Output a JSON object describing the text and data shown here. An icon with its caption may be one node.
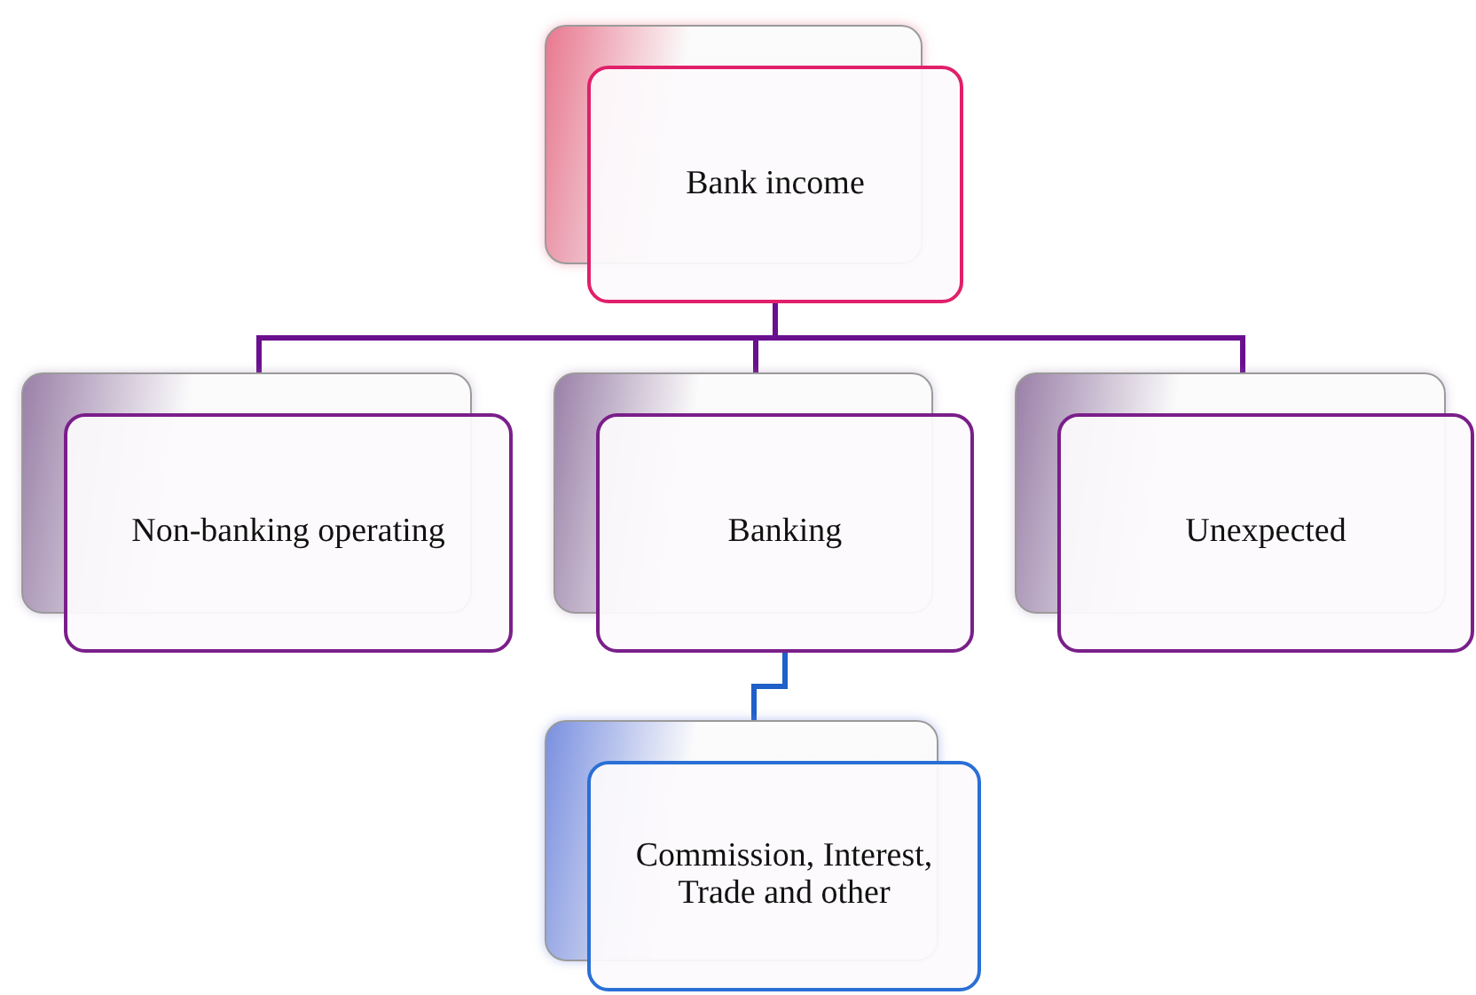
{
  "diagram": {
    "nodes": [
      {
        "text": [
          "Bank income"
        ]
      },
      {
        "text": [
          "Non-banking operating"
        ]
      },
      {
        "text": [
          "Banking"
        ]
      },
      {
        "text": [
          "Unexpected"
        ]
      },
      {
        "text": [
          "Commission, Interest, Trade and other"
        ]
      }
    ],
    "edges": [
      {
        "from": 0,
        "to": 1,
        "arrow": "none"
      },
      {
        "from": 0,
        "to": 2,
        "arrow": "none"
      },
      {
        "from": 0,
        "to": 3,
        "arrow": "none"
      },
      {
        "from": 2,
        "to": 4,
        "arrow": "none",
        "color": "#1f5fc8"
      }
    ]
  }
}
